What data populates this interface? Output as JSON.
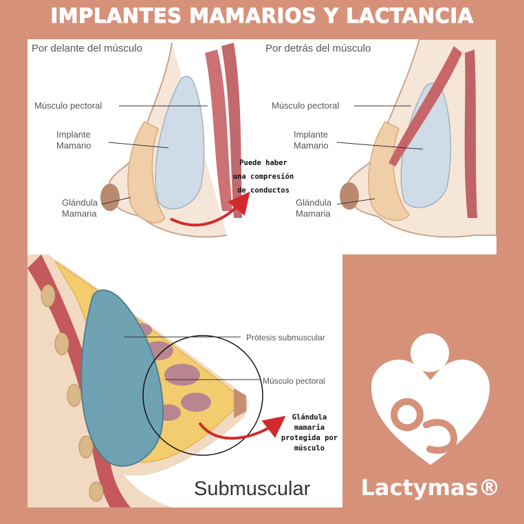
{
  "title": "IMPLANTES MAMARIOS Y LACTANCIA",
  "panel_left": {
    "caption": "Por delante del músculo",
    "label_muscle": "Músculo pectoral",
    "label_implant_1": "Implante",
    "label_implant_2": "Mamario",
    "label_gland_1": "Glándula",
    "label_gland_2": "Mamaria"
  },
  "panel_right": {
    "caption": "Por detrás del músculo",
    "label_muscle": "Músculo pectoral",
    "label_implant_1": "Implante",
    "label_implant_2": "Mamario",
    "label_gland_1": "Glándula",
    "label_gland_2": "Mamaria"
  },
  "note_compression": [
    "Puede haber",
    "una compresión",
    "de conductos"
  ],
  "panel_bottom": {
    "label_prosthesis": "Prótesis submuscular",
    "label_muscle": "Músculo pectoral",
    "caption": "Submuscular"
  },
  "note_protected": [
    "Glándula",
    "mamaria",
    "protegida por",
    "músculo"
  ],
  "brand": {
    "name": "Lactymas®"
  },
  "colors": {
    "background": "#d6917a",
    "arrow": "#d22a2a",
    "implant": "#cfdbe6",
    "implant_submuscular": "#6fa3b3"
  }
}
